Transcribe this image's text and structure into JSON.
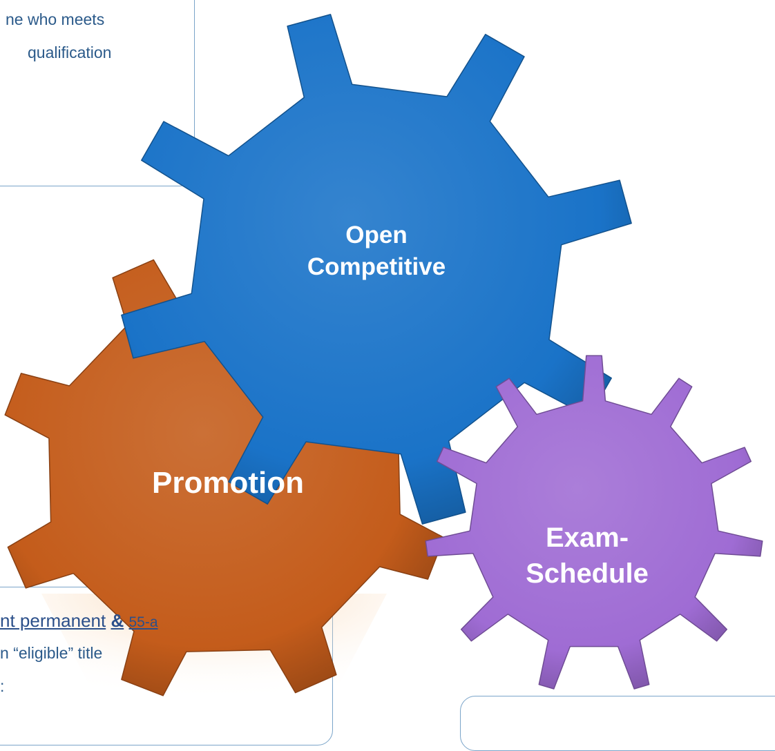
{
  "boxes": {
    "top": {
      "line1": "ne who meets",
      "line2": "qualification"
    },
    "bottom": {
      "line1_underlined": "nt permanent",
      "line1_amp": "&",
      "line1_tail": "55-a",
      "line2": "n “eligible” title",
      "line3": ":"
    }
  },
  "gears": {
    "open": {
      "line1": "Open",
      "line2": "Competitive",
      "color": "#1a73c8"
    },
    "promotion": {
      "label": "Promotion",
      "color": "#c45c1b"
    },
    "exam": {
      "line1": "Exam-",
      "line2": "Schedule",
      "color": "#9f6cd4"
    }
  }
}
